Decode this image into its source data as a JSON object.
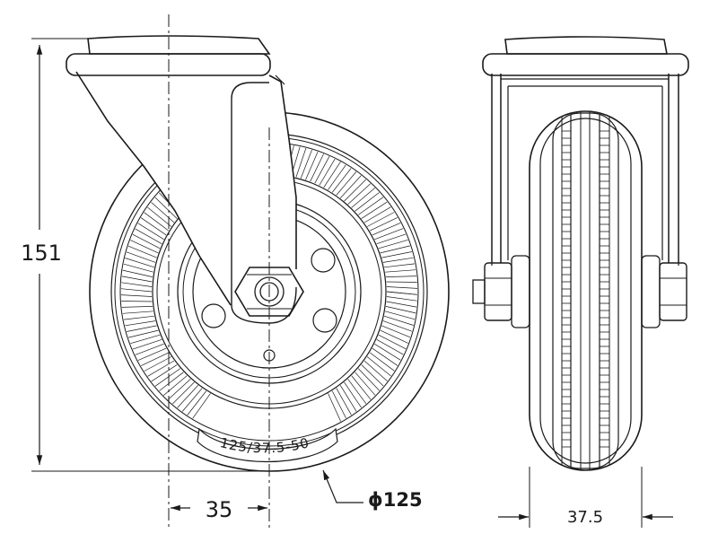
{
  "dimensions": {
    "height": "151",
    "offset": "35",
    "diameter": "ϕ125",
    "width": "37.5"
  },
  "wheel_marking": "125/37.5-50",
  "colors": {
    "line": "#1a1a1a",
    "background": "#ffffff"
  }
}
